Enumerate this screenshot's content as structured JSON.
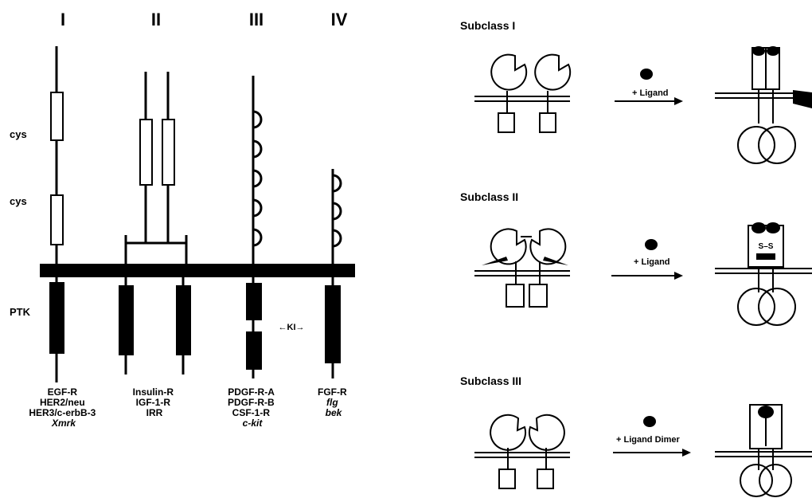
{
  "left_panel": {
    "class_numerals": [
      "I",
      "II",
      "III",
      "IV"
    ],
    "domain_labels": {
      "cys_upper": "cys",
      "cys_lower": "cys",
      "ptk": "PTK"
    },
    "ki_label": "←KI→",
    "receptors": [
      [
        "EGF-R",
        "HER2/neu",
        "HER3/c-erbB-3",
        "Xmrk"
      ],
      [
        "Insulin-R",
        "IGF-1-R",
        "IRR"
      ],
      [
        "PDGF-R-A",
        "PDGF-R-B",
        "CSF-1-R",
        "c-kit"
      ],
      [
        "FGF-R",
        "flg",
        "bek"
      ]
    ]
  },
  "right_panel": {
    "subclasses": [
      {
        "title": "Subclass I",
        "arrow_label": "+ Ligand"
      },
      {
        "title": "Subclass II",
        "arrow_label": "+ Ligand",
        "disulfide_label": "S–S"
      },
      {
        "title": "Subclass III",
        "arrow_label": "+ Ligand Dimer"
      }
    ]
  }
}
